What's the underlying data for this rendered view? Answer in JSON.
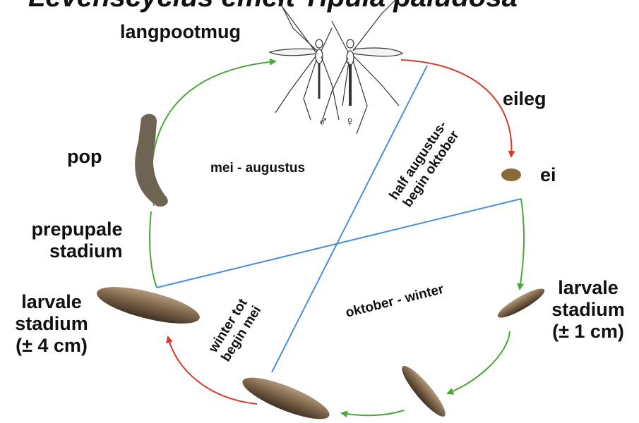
{
  "title": "Levenscyclus emelt Tipula paludosa",
  "stages": {
    "adult": "langpootmug",
    "male_symbol": "♂",
    "female_symbol": "♀",
    "egg_laying": "eileg",
    "egg": "ei",
    "larva_small_line1": "larvale",
    "larva_small_line2": "stadium",
    "larva_small_line3": "(± 1 cm)",
    "larva_big_line1": "larvale",
    "larva_big_line2": "stadium",
    "larva_big_line3": "(± 4 cm)",
    "prepupa_line1": "prepupale",
    "prepupa_line2": "stadium",
    "pupa": "pop"
  },
  "periods": {
    "summer": "mei - augustus",
    "autumn_line1": "half augustus-",
    "autumn_line2": "begin oktober",
    "winter": "oktober - winter",
    "spring_line1": "winter tot",
    "spring_line2": "begin mei"
  },
  "colors": {
    "green_arrow": "#4aa83a",
    "red_arrow": "#d83a2a",
    "blue_line": "#4a90d9",
    "larva_brown": "#7a6248",
    "pupa_brown": "#6f6354"
  }
}
